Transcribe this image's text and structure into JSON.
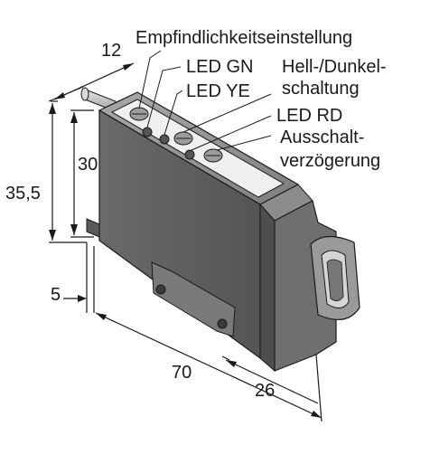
{
  "labels": {
    "sensitivity": "Empfindlichkeitseinstellung",
    "led_gn": "LED GN",
    "led_ye": "LED YE",
    "light_dark_1": "Hell-/Dunkel-",
    "light_dark_2": "schaltung",
    "led_rd": "LED RD",
    "off_delay_1": "Ausschalt-",
    "off_delay_2": "verzögerung"
  },
  "dimensions": {
    "width_top": "12",
    "height_body": "30",
    "height_total": "35,5",
    "offset": "5",
    "length": "70",
    "head_length": "26"
  },
  "colors": {
    "housing_dark": "#5e5e5e",
    "housing_mid": "#8a8a8a",
    "housing_light": "#b5b5b5",
    "cable": "#c9c9c9",
    "face": "#f2f2f2",
    "line": "#1a1a1a"
  }
}
